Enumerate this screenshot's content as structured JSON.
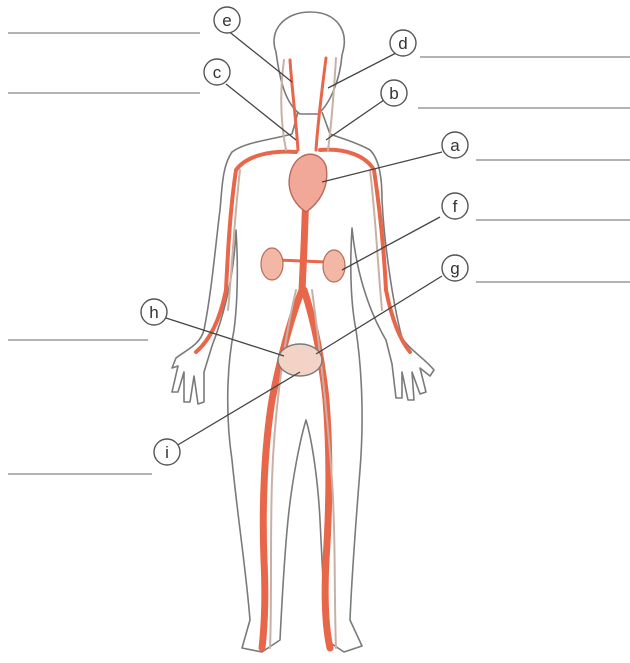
{
  "diagram": {
    "labels": [
      {
        "id": "a",
        "text": "a"
      },
      {
        "id": "b",
        "text": "b"
      },
      {
        "id": "c",
        "text": "c"
      },
      {
        "id": "d",
        "text": "d"
      },
      {
        "id": "e",
        "text": "e"
      },
      {
        "id": "f",
        "text": "f"
      },
      {
        "id": "g",
        "text": "g"
      },
      {
        "id": "h",
        "text": "h"
      },
      {
        "id": "i",
        "text": "i"
      }
    ],
    "answer_blanks": [
      {
        "id": "blank-1",
        "text": ""
      },
      {
        "id": "blank-2",
        "text": ""
      },
      {
        "id": "blank-3",
        "text": ""
      },
      {
        "id": "blank-4",
        "text": ""
      },
      {
        "id": "blank-5",
        "text": ""
      },
      {
        "id": "blank-6",
        "text": ""
      },
      {
        "id": "blank-7",
        "text": ""
      },
      {
        "id": "blank-8",
        "text": ""
      },
      {
        "id": "blank-9",
        "text": ""
      }
    ],
    "colors": {
      "outline": "#7a7a7a",
      "artery": "#e8664a",
      "vein_fill": "#f3b7a6",
      "heart": "#f2a898",
      "label_ring": "#555555",
      "blank_line": "#9a9a9a"
    }
  }
}
